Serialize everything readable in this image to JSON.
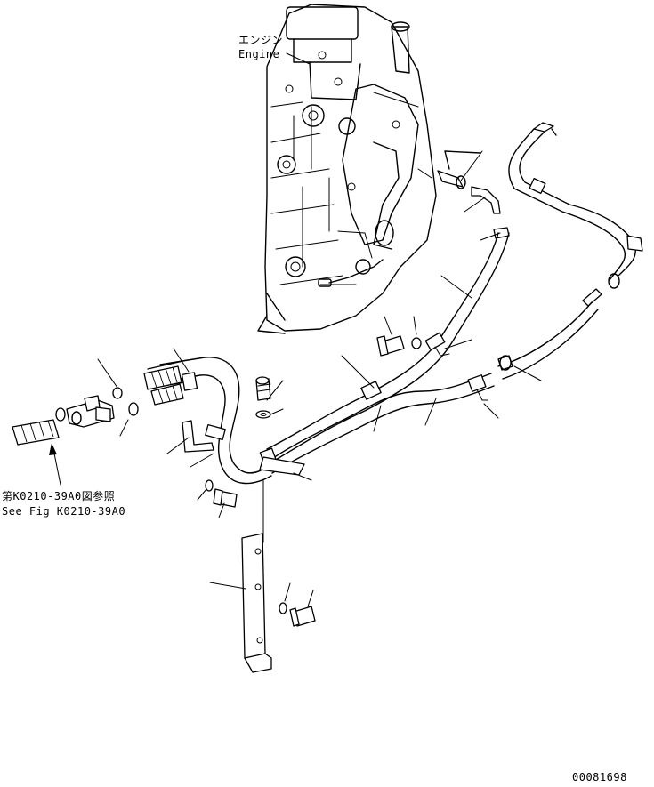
{
  "labels": {
    "engine_jp": "エンジン",
    "engine_en": "Engine",
    "ref_jp": "第K0210-39A0図参照",
    "ref_en": "See Fig K0210-39A0",
    "drawing_number": "00081698"
  }
}
